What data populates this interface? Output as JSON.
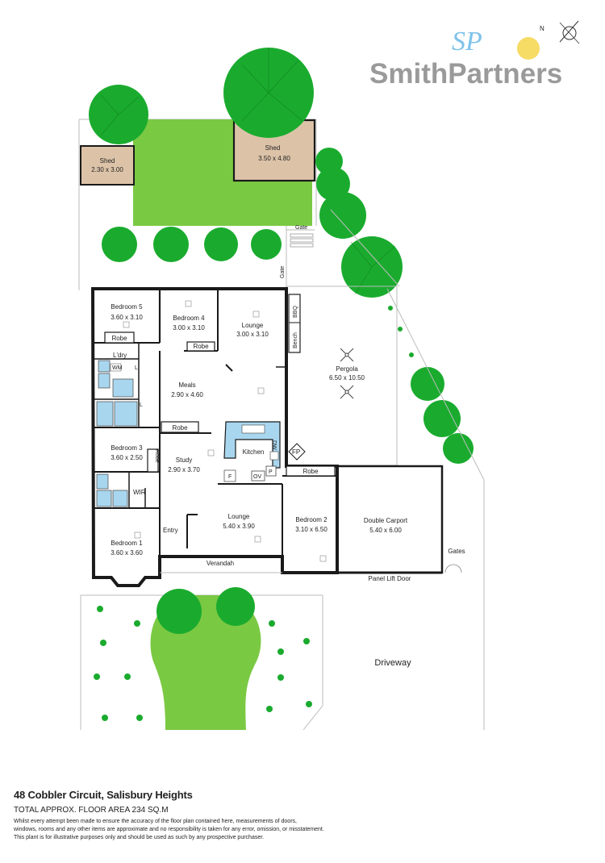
{
  "brand": {
    "name": "SmithPartners",
    "monogram": "SP",
    "compass": "N"
  },
  "outdoor": {
    "shed_small": {
      "name": "Shed",
      "size": "2.30 x 3.00"
    },
    "shed_large": {
      "name": "Shed",
      "size": "3.50 x 4.80"
    },
    "gate_top": "Gate",
    "gate_side": "Gate",
    "bbq": "BBQ",
    "bench": "Bench",
    "pergola": {
      "name": "Pergola",
      "size": "6.50 x 10.50"
    },
    "gates": "Gates",
    "panel_lift_door": "Panel Lift Door",
    "driveway": "Driveway",
    "verandah": "Verandah"
  },
  "rooms": {
    "bedroom5": {
      "name": "Bedroom 5",
      "size": "3.60 x 3.10"
    },
    "bedroom4": {
      "name": "Bedroom 4",
      "size": "3.00 x 3.10"
    },
    "lounge_top": {
      "name": "Lounge",
      "size": "3.00 x 3.10"
    },
    "meals": {
      "name": "Meals",
      "size": "2.90 x 4.60"
    },
    "bedroom3": {
      "name": "Bedroom 3",
      "size": "3.60 x 2.50"
    },
    "study": {
      "name": "Study",
      "size": "2.90 x 3.70"
    },
    "kitchen": {
      "name": "Kitchen"
    },
    "lounge_bottom": {
      "name": "Lounge",
      "size": "5.40 x 3.90"
    },
    "bedroom2": {
      "name": "Bedroom 2",
      "size": "3.10 x 6.50"
    },
    "bedroom1": {
      "name": "Bedroom 1",
      "size": "3.60 x 3.60"
    },
    "carport": {
      "name": "Double Carport",
      "size": "5.40 x 6.00"
    }
  },
  "fixtures": {
    "robe": "Robe",
    "laundry": "L'dry",
    "wm": "WM",
    "l": "L",
    "dw": "DW",
    "fp": "FP",
    "f": "F",
    "ov": "OV",
    "p": "P",
    "wir": "WIR",
    "entry": "Entry"
  },
  "footer": {
    "address": "48 Cobbler Circuit, Salisbury Heights",
    "floor_area": "TOTAL APPROX. FLOOR AREA 234 SQ.M",
    "disclaimer_1": "Whilst every attempt been made to ensure the accuracy of the floor plan contained here, measurements of doors,",
    "disclaimer_2": "windows, rooms and any other items are approximate and no responsibility is taken for any error, omission, or misstatement.",
    "disclaimer_3": "This plant is for illustrative purposes only and should be used as such by any prospective purchaser."
  },
  "colors": {
    "lawn": "#7ac943",
    "tree": "#1aab2e",
    "shed": "#dcc3a8",
    "wall": "#1a1a1a",
    "kitchen_bench": "#a9d6ef",
    "brand_grey": "#9a9a9a",
    "brand_yellow": "#f5d54a",
    "brand_blue": "#7fc2ea"
  }
}
